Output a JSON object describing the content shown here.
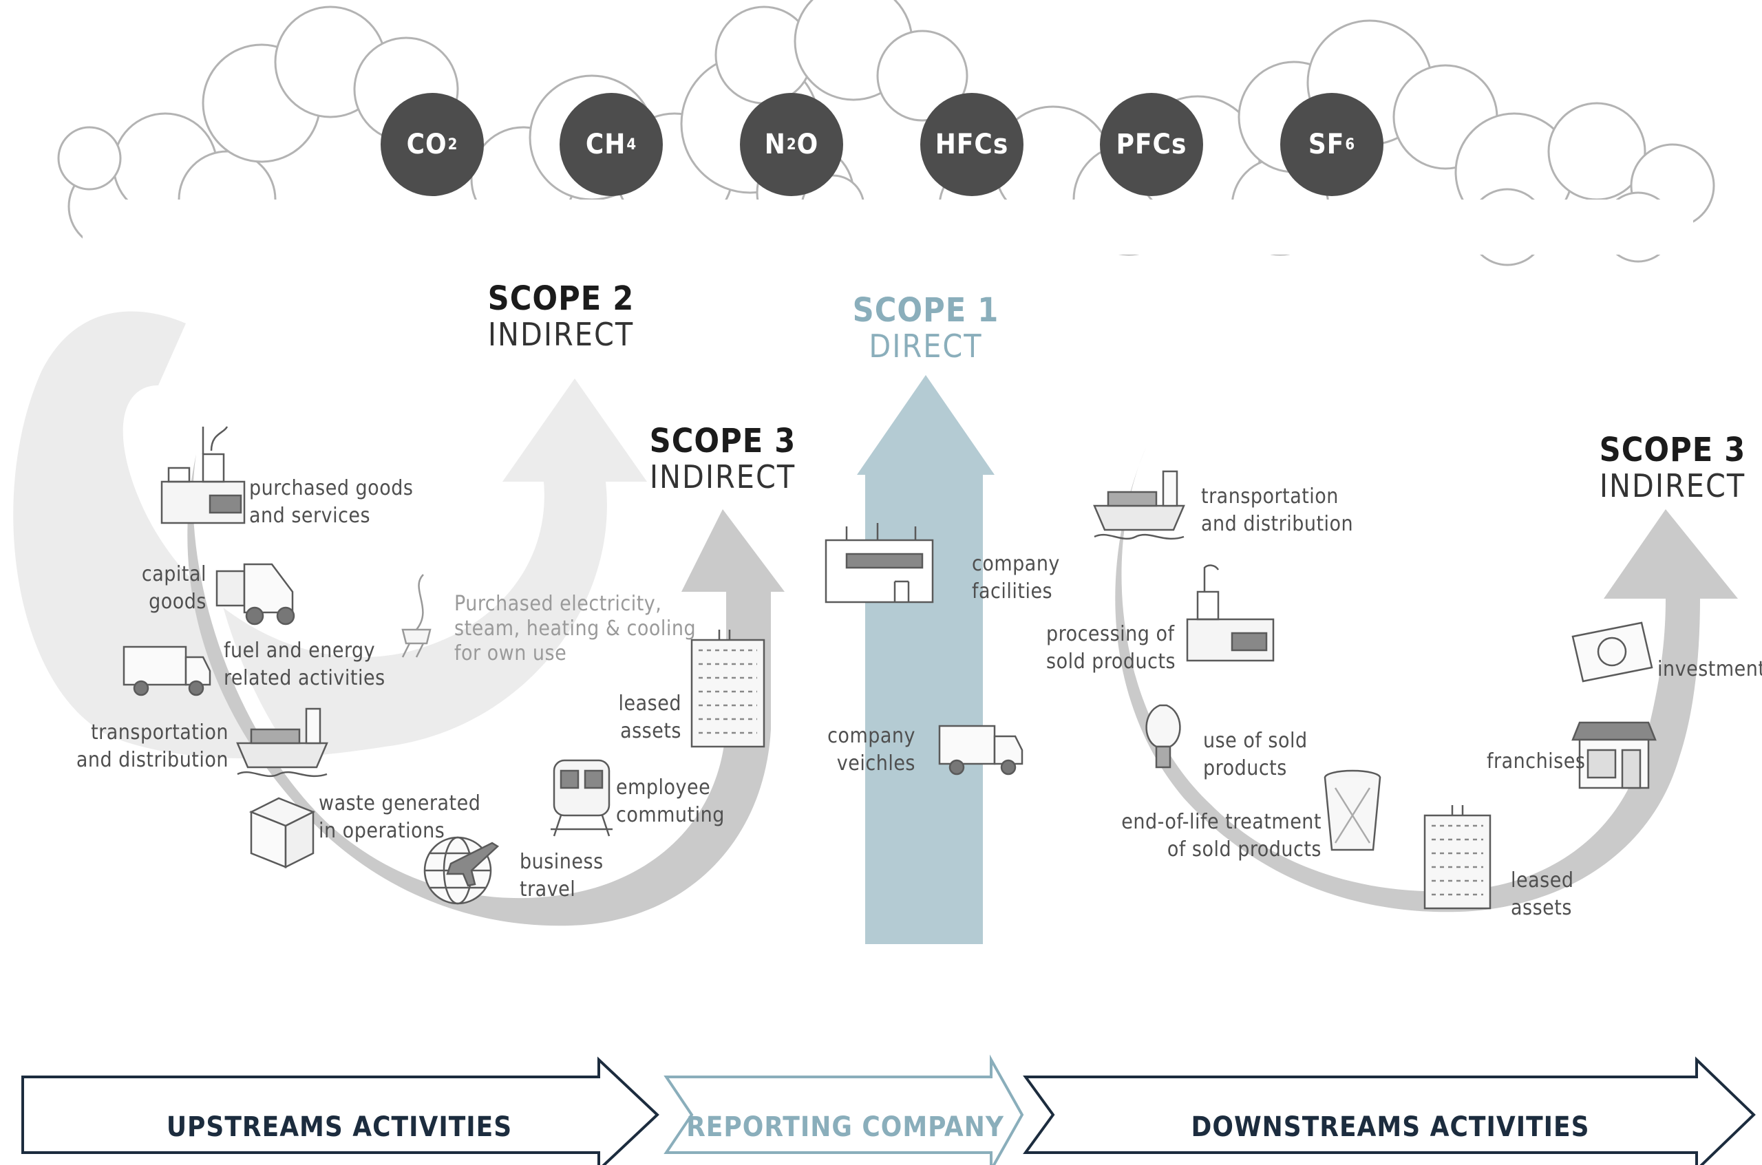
{
  "gases": [
    {
      "base": "CO",
      "sub": "2"
    },
    {
      "base": "CH",
      "sub": "4"
    },
    {
      "base": "N",
      "sub": "2",
      "tail": "O"
    },
    {
      "base": "HFCs",
      "sub": ""
    },
    {
      "base": "PFCs",
      "sub": ""
    },
    {
      "base": "SF",
      "sub": "6"
    }
  ],
  "scopes": {
    "scope2": {
      "title": "SCOPE 2",
      "subtitle": "INDIRECT"
    },
    "scope1": {
      "title": "SCOPE 1",
      "subtitle": "DIRECT"
    },
    "scope3_up": {
      "title": "SCOPE 3",
      "subtitle": "INDIRECT"
    },
    "scope3_down": {
      "title": "SCOPE 3",
      "subtitle": "INDIRECT"
    }
  },
  "upstream_items": {
    "purchased_goods": [
      "purchased goods",
      "and services"
    ],
    "capital_goods": [
      "capital",
      "goods"
    ],
    "fuel_energy": [
      "fuel and energy",
      "related activities"
    ],
    "transportation": [
      "transportation",
      "and distribution"
    ],
    "waste": [
      "waste generated",
      "in operations"
    ],
    "business_travel": [
      "business",
      "travel"
    ],
    "employee_commuting": [
      "employee",
      "commuting"
    ],
    "leased_assets": [
      "leased",
      "assets"
    ],
    "electricity": [
      "Purchased electricity,",
      "steam, heating & cooling",
      "for own use"
    ]
  },
  "direct_items": {
    "company_facilities": [
      "company",
      "facilities"
    ],
    "company_vehicles": [
      "company",
      "veichles"
    ]
  },
  "downstream_items": {
    "transportation": [
      "transportation",
      "and distribution"
    ],
    "processing": [
      "processing of",
      "sold products"
    ],
    "use_of_sold": [
      "use of sold",
      "products"
    ],
    "end_of_life": [
      "end-of-life treatment",
      "of sold products"
    ],
    "leased_assets": [
      "leased",
      "assets"
    ],
    "franchises": [
      "franchises"
    ],
    "investments": [
      "investments"
    ]
  },
  "bottom_bar": {
    "upstream": "UPSTREAMS ACTIVITIES",
    "reporting": "REPORTING COMPANY",
    "downstream": "DOWNSTREAMS ACTIVITIES"
  },
  "colors": {
    "gas_circle": "#4d4d4d",
    "scope1_blue": "#b4cbd3",
    "scope2_light": "#ececec",
    "scope3_gray": "#cacaca",
    "bar_navy": "#1c2c3e",
    "bar_blue": "#8aaebb"
  }
}
